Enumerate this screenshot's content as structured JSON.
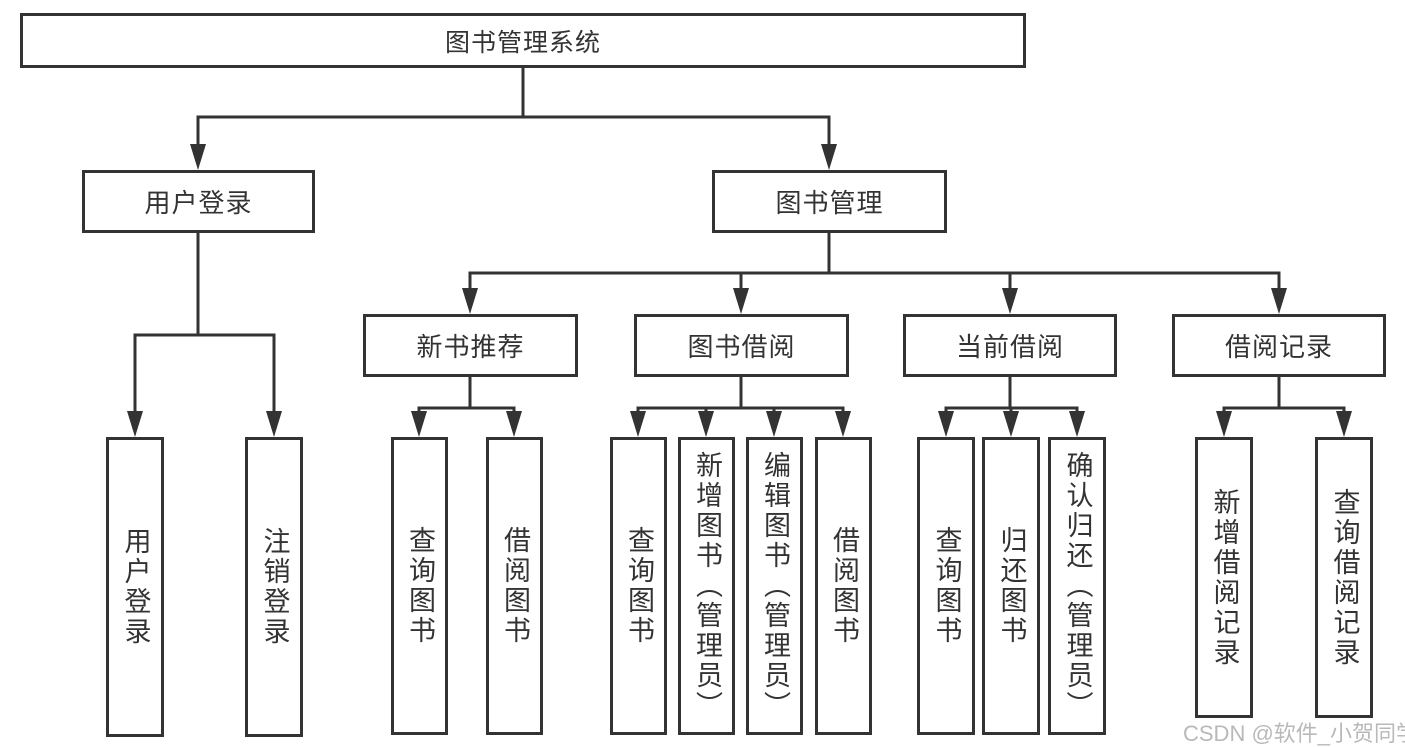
{
  "diagram": {
    "root": "图书管理系统",
    "level2": {
      "user_login": "用户登录",
      "book_mgmt": "图书管理"
    },
    "level3": {
      "new_books": "新书推荐",
      "book_borrow": "图书借阅",
      "current_borrow": "当前借阅",
      "borrow_records": "借阅记录"
    },
    "leaves": {
      "user_login": [
        "用户登录",
        "注销登录"
      ],
      "new_books": [
        "查询图书",
        "借阅图书"
      ],
      "book_borrow": [
        "查询图书",
        "新增图书（管理员）",
        "编辑图书（管理员）",
        "借阅图书"
      ],
      "current_borrow": [
        "查询图书",
        "归还图书",
        "确认归还（管理员）"
      ],
      "borrow_records": [
        "新增借阅记录",
        "查询借阅记录"
      ]
    }
  },
  "watermark": "CSDN @软件_小贺同学",
  "colors": {
    "line": "#333333",
    "box_border": "#333333",
    "text": "#333333",
    "background": "#ffffff",
    "watermark": "#b9b9b9"
  }
}
